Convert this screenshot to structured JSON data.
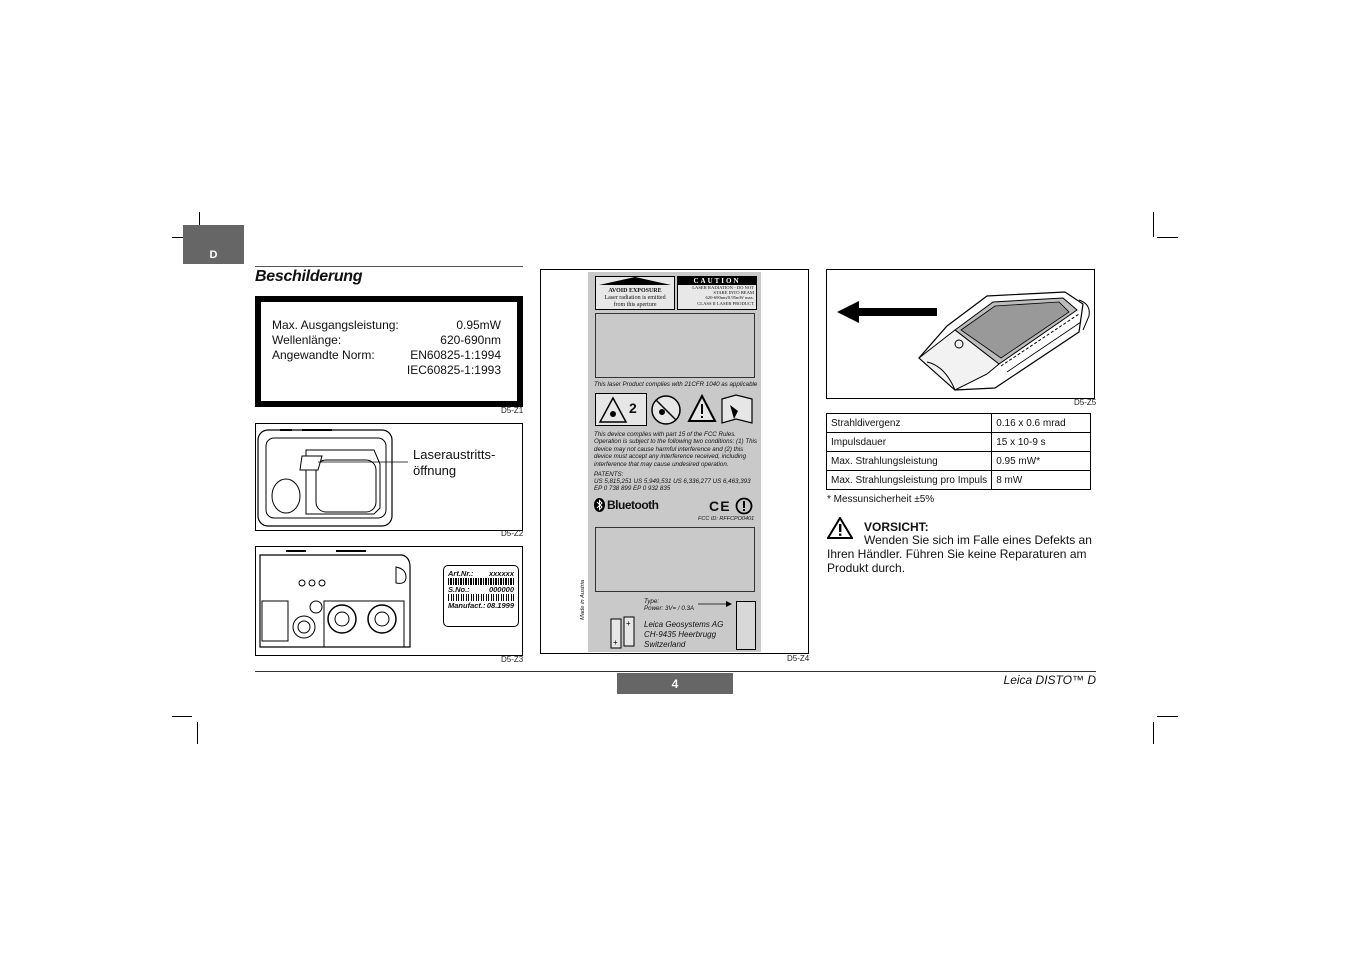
{
  "page": {
    "tab_letter": "D",
    "section_title": "Beschilderung",
    "page_number": "4",
    "brand_footer": "Leica DISTO™ D"
  },
  "spec_box": {
    "rows": [
      {
        "label": "Max. Ausgangsleistung:",
        "value": "0.95mW"
      },
      {
        "label": "Wellenlänge:",
        "value": "620-690nm"
      },
      {
        "label": "Angewandte Norm:",
        "value": "EN60825-1:1994"
      },
      {
        "label": "",
        "value": "IEC60825-1:1993"
      }
    ]
  },
  "figures": {
    "z1": "D5-Z1",
    "z2": "D5-Z2",
    "z3": "D5-Z3",
    "z4": "D5-Z4",
    "z5": "D5-Z5"
  },
  "laser_exit_label": {
    "line1": "Laseraustritts-",
    "line2": "öffnung"
  },
  "type_label": {
    "art_nr": "Art.Nr.:",
    "art_nr_value": "xxxxxx",
    "s_no": "S.No.:",
    "s_no_value": "000000",
    "manufact": "Manufact.:",
    "manufact_value": "08.1999"
  },
  "device_label": {
    "avoid_exposure": "AVOID EXPOSURE",
    "avoid_line2": "Laser radiation is emitted",
    "avoid_line3": "from this aperture",
    "caution": "CAUTION",
    "caution_line1": "LASER RADIATION - DO NOT",
    "caution_line2": "STARE INTO BEAM",
    "caution_line3": "620-690nm/0.95mW max.",
    "caution_line4": "CLASS II LASER PRODUCT",
    "cfr_text": "This laser Product complies with 21CFR 1040 as applicable",
    "class_number": "2",
    "fcc_text": "This device complies with part 15 of the FCC Rules. Operation is subject to the following two conditions: (1) This device may not cause harmful interference and (2) this device must accept any interference received, including interference that may cause undesired operation.",
    "patents_title": "PATENTS:",
    "patents_line1": "US 5,815,251   US 5,949,531   US 6,336,277   US 6,463,393",
    "patents_line2": "EP 0 738 899   EP 0 932 835",
    "bluetooth": "Bluetooth",
    "fcc_id": "FCC ID: RFFCPO0401",
    "made_in": "Made in Austria",
    "type_line": "Type:",
    "power_line": "Power:  3V= / 0.3A",
    "company_line1": "Leica Geosystems AG",
    "company_line2": "CH-9435 Heerbrugg",
    "company_line3": "Switzerland"
  },
  "beam_table": {
    "rows": [
      {
        "param": "Strahldivergenz",
        "value": "0.16 x 0.6 mrad"
      },
      {
        "param": "Impulsdauer",
        "value": "15 x 10-9 s"
      },
      {
        "param": "Max. Strahlungsleistung",
        "value": "0.95 mW*"
      },
      {
        "param": "Max. Strahlungsleistung pro Impuls",
        "value": "8 mW"
      }
    ]
  },
  "footnote": "* Messunsicherheit ±5%",
  "warning": {
    "title": "VORSICHT:",
    "text": "Wenden Sie sich im Falle eines Defekts an Ihren Händler. Führen Sie keine Reparaturen am Produkt durch."
  }
}
